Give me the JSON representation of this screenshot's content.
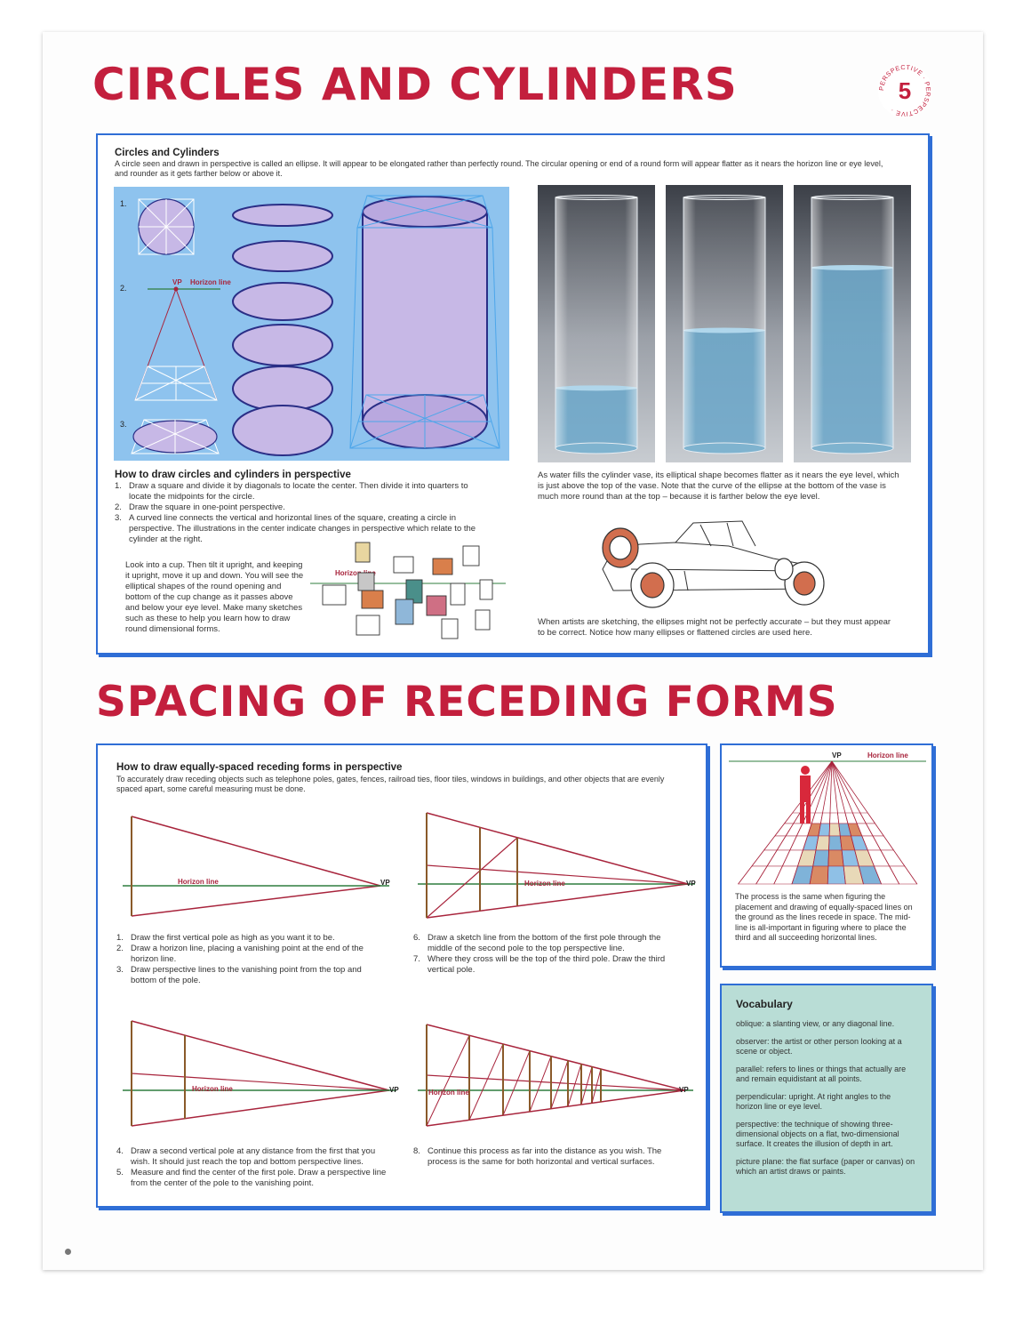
{
  "header": {
    "title1": "CIRCLES AND CYLINDERS",
    "badge_number": "5",
    "badge_ring_text": "PERSPECTIVE · PERSPECTIVE · ",
    "title2": "SPACING OF RECEDING FORMS"
  },
  "circles": {
    "intro_title": "Circles and Cylinders",
    "intro_text": "A circle seen and drawn in perspective is called an ellipse. It will appear to be elongated rather than perfectly round. The circular opening or end of a round form will appear flatter as it nears the horizon line or eye level, and rounder as it gets farther below or above it.",
    "diagram": {
      "step1": "1.",
      "step2": "2.",
      "step3": "3.",
      "vp": "VP",
      "horizon": "Horizon line"
    },
    "how_title": "How to draw circles and cylinders in perspective",
    "how_steps": [
      {
        "n": "1.",
        "text": "Draw a square and divide it by diagonals to locate the center. Then divide it into quarters to locate the midpoints for the circle."
      },
      {
        "n": "2.",
        "text": "Draw the square in one-point perspective."
      },
      {
        "n": "3.",
        "text": "A curved line connects the vertical and horizontal lines of the square, creating a circle in perspective. The illustrations in the center indicate changes in perspective which relate to the cylinder at the right."
      }
    ],
    "cup_text": "Look into a cup. Then tilt it upright, and keeping it upright, move it up and down. You will see the elliptical shapes of the round opening and bottom of the cup change as it passes above and below your eye level. Make many sketches such as these to help you learn how to draw round dimensional forms.",
    "cup_horizon": "Horizon line",
    "vase_text": "As water fills the cylinder vase, its elliptical shape becomes flatter as it nears the eye level, which is just above the top of the vase. Note that the curve of the ellipse at the bottom of the vase is much more round than at the top – because it is farther below the eye level.",
    "car_text": "When artists are sketching, the ellipses might not be perfectly accurate – but they must appear to be correct. Notice how many ellipses or flattened circles are used here."
  },
  "receding": {
    "title": "How to draw equally-spaced receding forms in perspective",
    "intro_text": "To accurately draw receding objects such as telephone poles, gates, fences, railroad ties, floor tiles, windows in buildings, and other objects that are evenly spaced apart, some careful measuring must be done.",
    "vp": "VP",
    "horizon": "Horizon line",
    "steps_a": [
      {
        "n": "1.",
        "text": "Draw the first vertical pole as high as you want it to be."
      },
      {
        "n": "2.",
        "text": "Draw a horizon line, placing a vanishing point at the end of the horizon line."
      },
      {
        "n": "3.",
        "text": "Draw perspective lines to the vanishing point from the top and bottom of the pole."
      }
    ],
    "steps_b": [
      {
        "n": "6.",
        "text": "Draw a sketch line from the bottom of the first pole through the middle of the second pole to the top perspective line."
      },
      {
        "n": "7.",
        "text": "Where they cross will be the top of the third pole. Draw the third vertical pole."
      }
    ],
    "steps_c": [
      {
        "n": "4.",
        "text": "Draw a second vertical pole at any distance from the first that you wish. It should just reach the top and bottom perspective lines."
      },
      {
        "n": "5.",
        "text": "Measure and find the center of the first pole. Draw a perspective line from the center of the pole to the vanishing point."
      }
    ],
    "steps_d": [
      {
        "n": "8.",
        "text": "Continue this process as far into the distance as you wish. The process is the same for both horizontal and vertical surfaces."
      }
    ]
  },
  "floor_panel": {
    "vp": "VP",
    "horizon": "Horizon line",
    "text": "The process is the same when figuring the placement and drawing of equally-spaced lines on the ground as the lines recede in space. The mid-line is all-important in figuring where to place the third and all succeeding horizontal lines."
  },
  "vocabulary": {
    "title": "Vocabulary",
    "items": [
      "oblique: a slanting view, or any diagonal line.",
      "observer: the artist or other person looking at a scene or object.",
      "parallel: refers to lines or things that actually are and remain equidistant at all points.",
      "perpendicular: upright. At right angles to the horizon line or eye level.",
      "perspective: the technique of showing three-dimensional objects on a flat, two-dimensional surface. It creates the illusion of depth in art.",
      "picture plane: the flat surface (paper or canvas) on which an artist draws or paints."
    ]
  },
  "colors": {
    "title_red": "#c31f3d",
    "panel_blue": "#2f6ed6",
    "diagram_bg": "#8ec3ee",
    "ellipse_fill": "#c7b8e6",
    "ellipse_stroke": "#2a2e86",
    "vocab_bg": "#b9ddd6",
    "perspective_line": "#a8243c",
    "horizon_line": "#2f7d3e"
  },
  "vase_water_levels": [
    0.24,
    0.47,
    0.72
  ]
}
